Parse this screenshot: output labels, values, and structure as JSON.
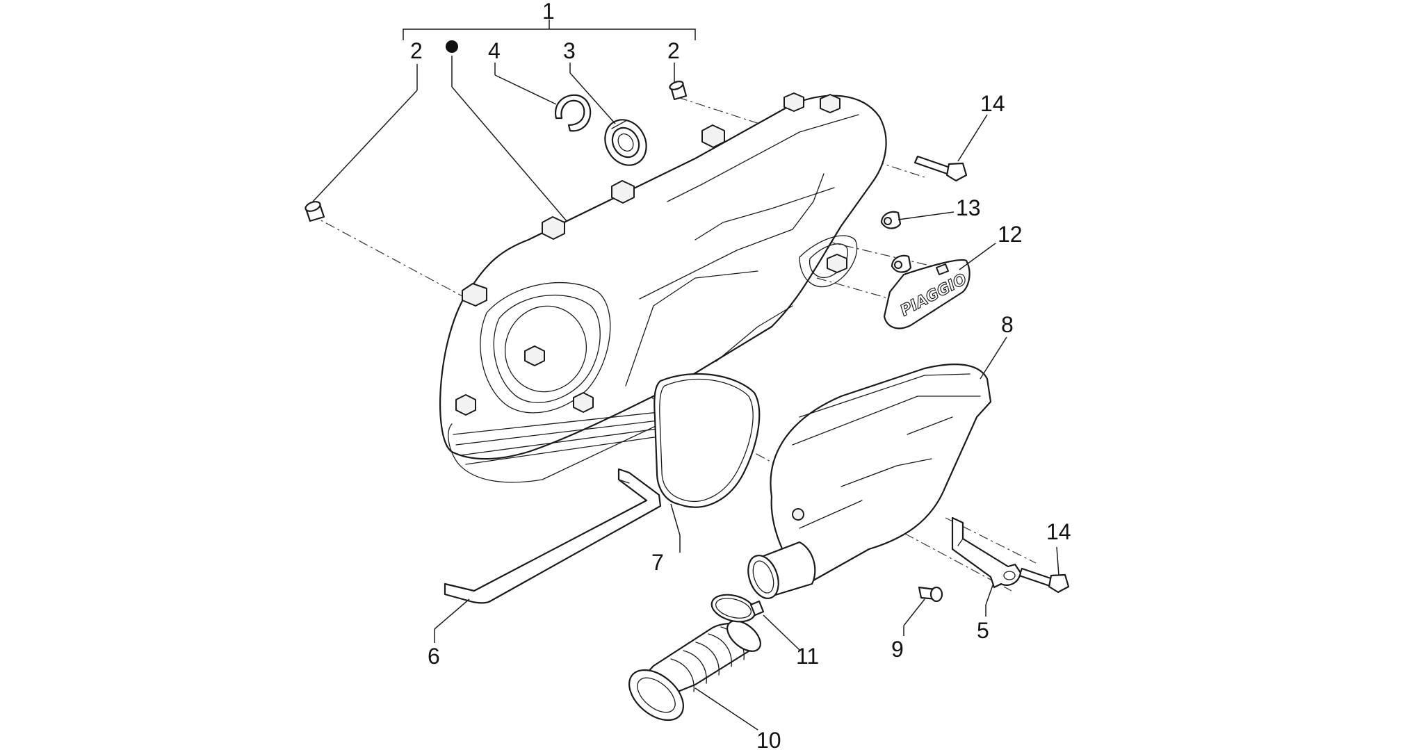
{
  "callouts": {
    "c1": "1",
    "c2a": "2",
    "c2b": "2",
    "c3": "3",
    "c4": "4",
    "c5": "5",
    "c6": "6",
    "c7": "7",
    "c8": "8",
    "c9": "9",
    "c10": "10",
    "c11": "11",
    "c12": "12",
    "c13": "13",
    "c14a": "14",
    "c14b": "14"
  },
  "logo_text": "PIAGGIO",
  "colors": {
    "line": "#1a1a1a",
    "background": "#ffffff"
  }
}
